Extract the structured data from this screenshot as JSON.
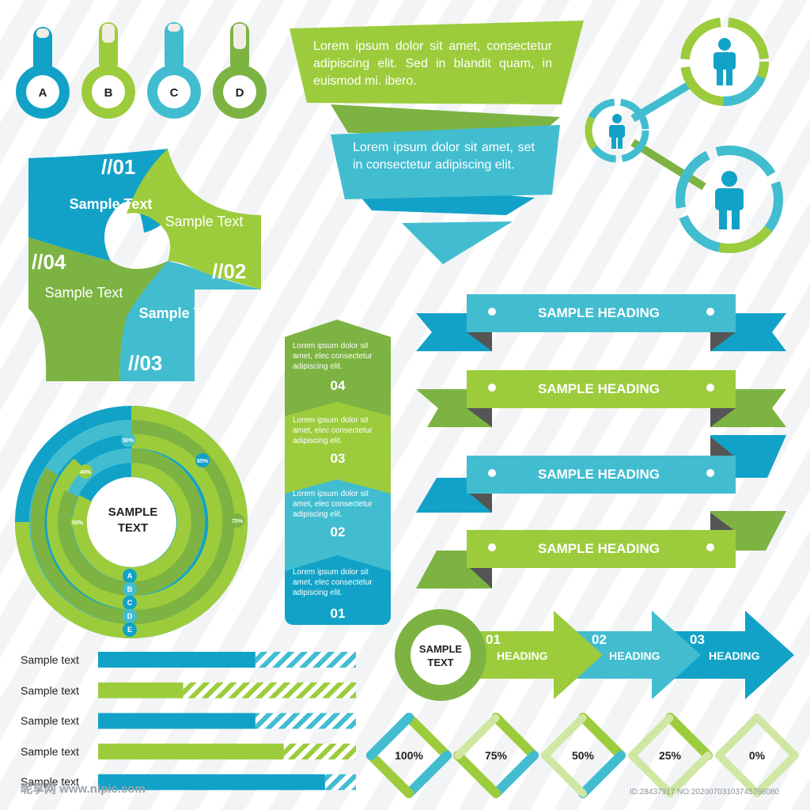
{
  "colors": {
    "blue": "#12a2c7",
    "teal": "#42bdd0",
    "lime": "#9ccc3c",
    "green": "#7cb342",
    "white": "#ffffff",
    "dark": "#555555"
  },
  "pins": [
    "A",
    "B",
    "C",
    "D"
  ],
  "callouts": [
    "Lorem ipsum dolor sit amet, consectetur adipiscing elit. Sed in blandit quam, in euismod mi. ibero.",
    "Lorem ipsum dolor sit amet, set in consectetur adipiscing elit."
  ],
  "quad": [
    {
      "num": "//01",
      "label": "Sample Text"
    },
    {
      "num": "//02",
      "label": "Sample Text"
    },
    {
      "num": "//03",
      "label": "Sample Text"
    },
    {
      "num": "//04",
      "label": "Sample Text"
    }
  ],
  "people_icons": [
    "person-icon",
    "person-icon",
    "person-icon"
  ],
  "ring_chart": {
    "center": "SAMPLE TEXT",
    "percent_labels": [
      "50%",
      "65%",
      "40%",
      "75%",
      "50%"
    ],
    "letters": [
      "A",
      "B",
      "C",
      "D",
      "E"
    ]
  },
  "column": [
    {
      "text": "Lorem ipsum dolor sit amet, elec consectetur adipiscing elit.",
      "num": "04"
    },
    {
      "text": "Lorem ipsum dolor sit amet, elec consectetur adipiscing elit.",
      "num": "03"
    },
    {
      "text": "Lorem ipsum dolor sit amet, elec consectetur adipiscing elit.",
      "num": "02"
    },
    {
      "text": "Lorem ipsum dolor sit amet, elec consectetur adipiscing elit.",
      "num": "01"
    }
  ],
  "ribbons": [
    "SAMPLE HEADING",
    "SAMPLE HEADING",
    "SAMPLE HEADING",
    "SAMPLE HEADING"
  ],
  "hbars": [
    {
      "label": "Sample text",
      "value": 0.61
    },
    {
      "label": "Sample text",
      "value": 0.33
    },
    {
      "label": "Sample text",
      "value": 0.61
    },
    {
      "label": "Sample text",
      "value": 0.72
    },
    {
      "label": "Sample text",
      "value": 0.88
    }
  ],
  "arrows": {
    "circle": "SAMPLE TEXT",
    "steps": [
      {
        "num": "01",
        "label": "HEADING"
      },
      {
        "num": "02",
        "label": "HEADING"
      },
      {
        "num": "03",
        "label": "HEADING"
      }
    ]
  },
  "diamonds": [
    {
      "label": "100%",
      "value": 1.0
    },
    {
      "label": "75%",
      "value": 0.75
    },
    {
      "label": "50%",
      "value": 0.5
    },
    {
      "label": "25%",
      "value": 0.25
    },
    {
      "label": "0%",
      "value": 0.0
    }
  ],
  "footer": {
    "watermark": "昵享网 www.nipic.com",
    "id_text": "ID:28437917 NO:20200703103745766080"
  }
}
